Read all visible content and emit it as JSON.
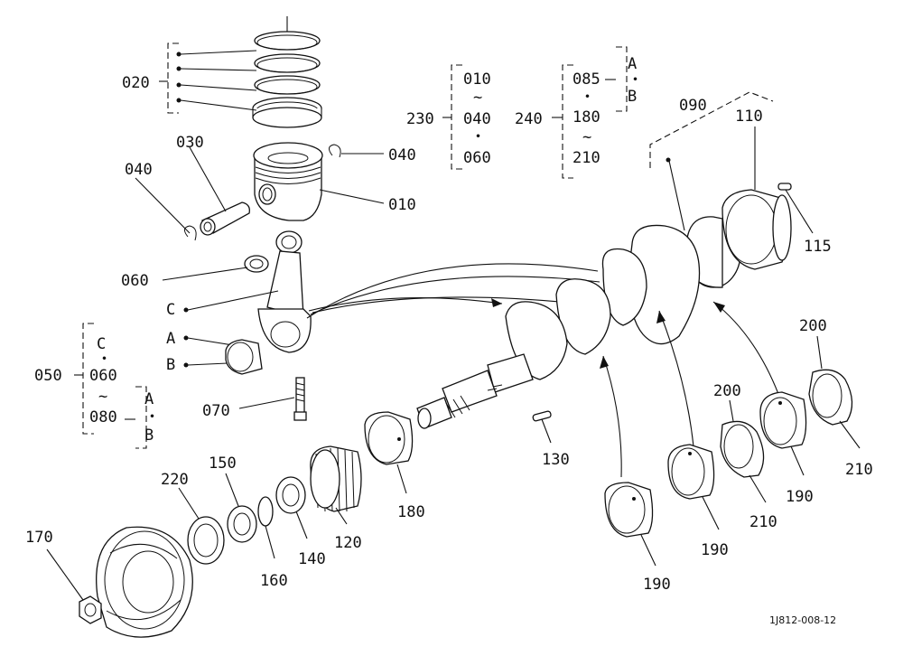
{
  "labels": {
    "p020": "020",
    "p030": "030",
    "p040a": "040",
    "p040b": "040",
    "p010": "010",
    "p060": "060",
    "pC": "C",
    "pA": "A",
    "pB": "B",
    "p050": "050",
    "g050_c": "C",
    "g050_dot": "・",
    "g050_060": "060",
    "g050_tilde": "~",
    "g050_080": "080",
    "g050_A": "A",
    "g050_dot2": "・",
    "g050_B": "B",
    "p070": "070",
    "p230": "230",
    "g230_010": "010",
    "g230_tilde": "~",
    "g230_040": "040",
    "g230_dot": "・",
    "g230_060": "060",
    "p240": "240",
    "g240_085": "085",
    "g240_dot": "・",
    "g240_180": "180",
    "g240_tilde": "~",
    "g240_210": "210",
    "g240_A": "A",
    "g240_dot2": "・",
    "g240_B": "B",
    "p090": "090",
    "p110": "110",
    "p115": "115",
    "p200a": "200",
    "p200b": "200",
    "p210a": "210",
    "p210b": "210",
    "p190a": "190",
    "p190b": "190",
    "p190c": "190",
    "p130": "130",
    "p180": "180",
    "p120": "120",
    "p140": "140",
    "p150": "150",
    "p160": "160",
    "p220": "220",
    "p170": "170"
  },
  "drawing_code": "1J812-008-12"
}
